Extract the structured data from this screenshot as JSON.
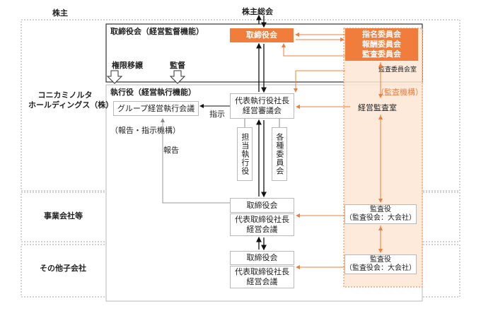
{
  "labels": {
    "shareholders_side": "株主",
    "shareholders_meeting": "株主総会",
    "holdings_company": [
      "コニカミノルタ",
      "ホールディングス（株）"
    ],
    "operating_companies": "事業会社等",
    "other_subsidiaries": "その他子会社",
    "board_section": "取締役会（経営監督機能）",
    "executive_section": "執行役（経営執行機能）",
    "audit_function": "（監査機構）",
    "authority_transfer": "権限移譲",
    "supervision": "監督",
    "instruction": "指示",
    "report": "報告",
    "reporting_mechanism": "（報告・指示機構）",
    "audit_committee_office": "監査委員会室"
  },
  "boxes": {
    "board_of_directors": "取締役会",
    "committees": [
      "指名委員会",
      "報酬委員会",
      "監査委員会"
    ],
    "president_meeting": [
      "代表執行役社長",
      "経営審議会"
    ],
    "group_exec_meeting": "グループ経営執行会議",
    "executive_officers": "担当執行役",
    "various_committees": "各種委員会",
    "management_audit_office": "経営監査室",
    "op_board": "取締役会",
    "op_president_meeting": [
      "代表取締役社長",
      "経営会議"
    ],
    "op_auditor": [
      "監査役",
      "（監査役会：大会社）"
    ],
    "sub_board": "取締役会",
    "sub_president_meeting": [
      "代表取締役社長",
      "経営会議"
    ],
    "sub_auditor": [
      "監査役",
      "（監査役会：大会社）"
    ]
  },
  "colors": {
    "accent": "#f07d3c",
    "audit_panel": "#fde6d4",
    "frame": "#b9b9b9",
    "arrow": "#111111"
  }
}
